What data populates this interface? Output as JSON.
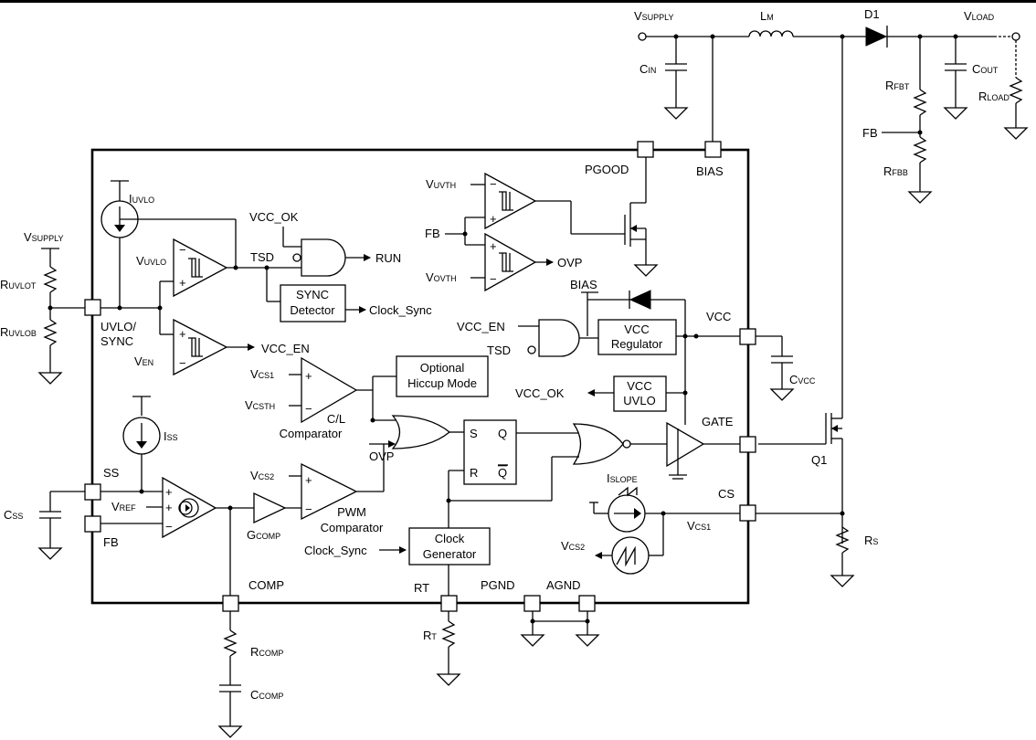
{
  "ext": {
    "vsupply_top": {
      "main": "V",
      "sub": "SUPPLY"
    },
    "lm": {
      "main": "L",
      "sub": "M"
    },
    "d1": "D1",
    "vload": {
      "main": "V",
      "sub": "LOAD"
    },
    "cin": {
      "main": "C",
      "sub": "IN"
    },
    "cout": {
      "main": "C",
      "sub": "OUT"
    },
    "rfbt": {
      "main": "R",
      "sub": "FBT"
    },
    "rload": {
      "main": "R",
      "sub": "LOAD"
    },
    "fb_ext": "FB",
    "rfbb": {
      "main": "R",
      "sub": "FBB"
    },
    "vsupply_left": {
      "main": "V",
      "sub": "SUPPLY"
    },
    "ruvlot": {
      "main": "R",
      "sub": "UVLOT"
    },
    "ruvlob": {
      "main": "R",
      "sub": "UVLOB"
    },
    "css": {
      "main": "C",
      "sub": "SS"
    },
    "rcomp": {
      "main": "R",
      "sub": "COMP"
    },
    "ccomp": {
      "main": "C",
      "sub": "COMP"
    },
    "rt_res": {
      "main": "R",
      "sub": "T"
    },
    "q1": "Q1",
    "rs": {
      "main": "R",
      "sub": "S"
    },
    "cvcc": {
      "main": "C",
      "sub": "VCC"
    }
  },
  "pins": {
    "pgood": "PGOOD",
    "bias": "BIAS",
    "uvlo_sync": [
      "UVLO/",
      "SYNC"
    ],
    "vcc": "VCC",
    "gate": "GATE",
    "cs": "CS",
    "ss": "SS",
    "fb": "FB",
    "comp": "COMP",
    "rt": "RT",
    "pgnd": "PGND",
    "agnd": "AGND"
  },
  "internal": {
    "iuvlo": {
      "main": "I",
      "sub": "UVLO"
    },
    "vcc_ok_top": "VCC_OK",
    "tsd_top": "TSD",
    "run": "RUN",
    "vuvlo": {
      "main": "V",
      "sub": "UVLO"
    },
    "sync_detector": [
      "SYNC",
      "Detector"
    ],
    "clock_sync_out": "Clock_Sync",
    "ven": {
      "main": "V",
      "sub": "EN"
    },
    "vcc_en_out": "VCC_EN",
    "vuvth": {
      "main": "V",
      "sub": "UVTH"
    },
    "fb_int": "FB",
    "vovth": {
      "main": "V",
      "sub": "OVTH"
    },
    "ovp_out": "OVP",
    "bias_int": "BIAS",
    "vcc_en_in": "VCC_EN",
    "tsd_in": "TSD",
    "vcc_regulator": [
      "VCC",
      "Regulator"
    ],
    "vcc_uvlo": [
      "VCC",
      "UVLO"
    ],
    "vcc_ok_out": "VCC_OK",
    "optional_hiccup": [
      "Optional",
      "Hiccup Mode"
    ],
    "vcs1_in": {
      "main": "V",
      "sub": "CS1"
    },
    "vcsth": {
      "main": "V",
      "sub": "CSTH"
    },
    "cl_comp": [
      "C/L",
      "Comparator"
    ],
    "ovp_in": "OVP",
    "sr_s": "S",
    "sr_q": "Q",
    "sr_r": "R",
    "sr_qbar": "Q",
    "iss": {
      "main": "I",
      "sub": "SS"
    },
    "vref": {
      "main": "V",
      "sub": "REF"
    },
    "gcomp": {
      "main": "G",
      "sub": "COMP"
    },
    "vcs2_in": {
      "main": "V",
      "sub": "CS2"
    },
    "pwm_comp": [
      "PWM",
      "Comparator"
    ],
    "clock_sync_in": "Clock_Sync",
    "clock_gen": [
      "Clock",
      "Generator"
    ],
    "islope": {
      "main": "I",
      "sub": "SLOPE"
    },
    "vcs2_ramp": {
      "main": "V",
      "sub": "CS2"
    },
    "vcs1_node": {
      "main": "V",
      "sub": "CS1"
    }
  }
}
